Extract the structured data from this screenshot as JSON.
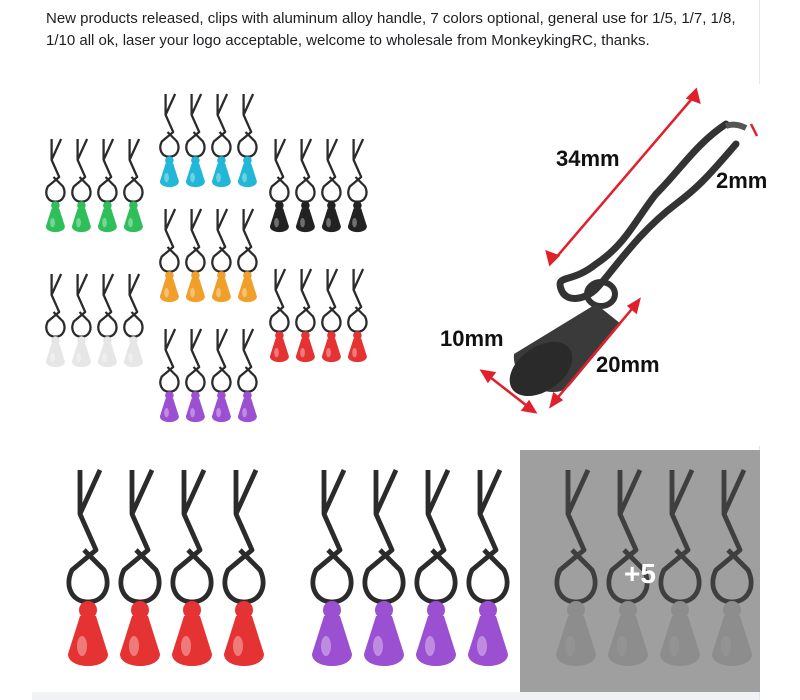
{
  "post": {
    "text": "New products released, clips with aluminum alloy handle, 7 colors optional, general use for 1/5, 1/7, 1/8, 1/10 all ok, laser your logo acceptable, welcome to wholesale from MonkeykingRC, thanks."
  },
  "photos": {
    "more_count": "+5",
    "dimensions": {
      "length": "34mm",
      "wire": "2mm",
      "handle_width": "10mm",
      "handle_length": "20mm"
    },
    "colors": {
      "green": "#2fbf5a",
      "cyan": "#22b7d6",
      "black": "#222222",
      "white": "#e6e6e6",
      "orange": "#f0a02a",
      "red": "#e53333",
      "purple": "#9b4fd1",
      "arrow": "#e0202a"
    }
  }
}
